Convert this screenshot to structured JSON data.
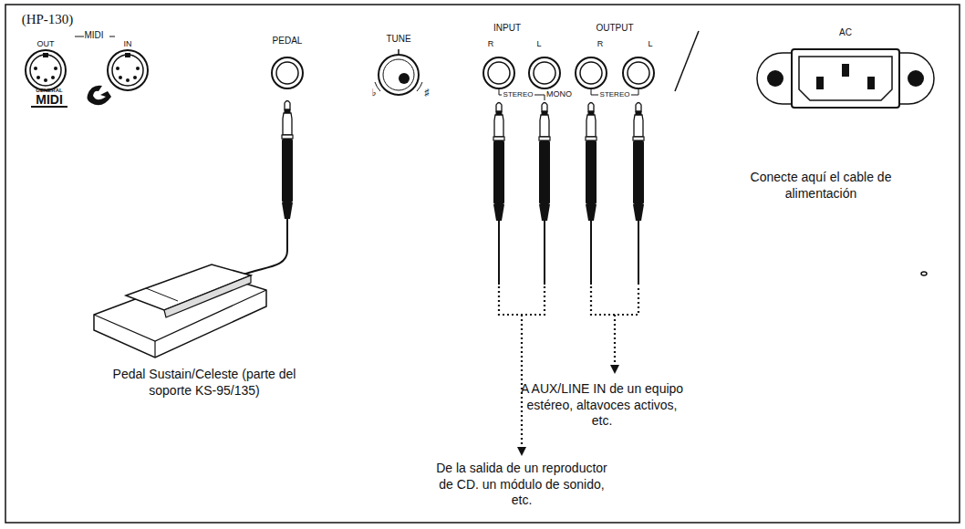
{
  "diagram": {
    "labels": [
      "(HP-130)",
      "MIDI",
      "OUT",
      "IN",
      "GENERAL",
      "MIDI",
      "PEDAL",
      "TUNE",
      "♭",
      "♯",
      "INPUT",
      "R",
      "L",
      "MONO",
      "STEREO",
      "OUTPUT",
      "R",
      "L",
      "STEREO",
      "AC",
      "Conecte aquí el cable de alimentación",
      "Pedal Sustain/Celeste (parte del soporte KS-95/135)",
      "A AUX/LINE IN de un equipo estéreo, altavoces activos, etc.",
      "De la salida de un reproductor de CD. un módulo de sonido, etc."
    ]
  }
}
